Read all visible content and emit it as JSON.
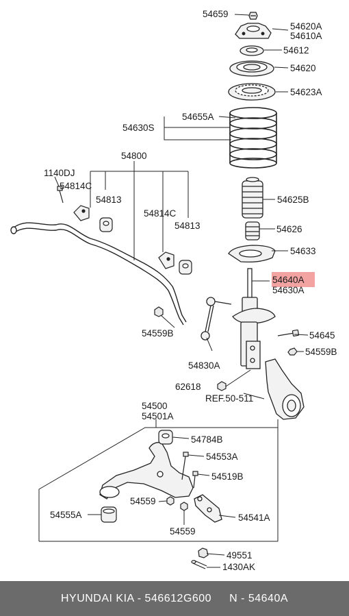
{
  "labels": {
    "p54659": "54659",
    "p54620A": "54620A",
    "p54610A": "54610A",
    "p54612": "54612",
    "p54620": "54620",
    "p54623A": "54623A",
    "p54655A": "54655A",
    "p54630S": "54630S",
    "p54800": "54800",
    "p1140DJ": "1140DJ",
    "p54814C_a": "54814C",
    "p54813_a": "54813",
    "p54814C_b": "54814C",
    "p54813_b": "54813",
    "p54625B": "54625B",
    "p54626": "54626",
    "p54633": "54633",
    "p54640A": "54640A",
    "p54630A": "54630A",
    "p54559B_a": "54559B",
    "p54830A": "54830A",
    "p54645": "54645",
    "p54559B_b": "54559B",
    "p62618": "62618",
    "ref50511": "REF.50-511",
    "p54500": "54500",
    "p54501A": "54501A",
    "p54784B": "54784B",
    "p54553A": "54553A",
    "p54519B": "54519B",
    "p54559_a": "54559",
    "p54555A": "54555A",
    "p54559_b": "54559",
    "p54541A": "54541A",
    "p49551": "49551",
    "p1430AK": "1430AK"
  },
  "highlight": {
    "part": "54640A",
    "color": "#f4a3a3"
  },
  "footer": {
    "brand": "HYUNDAI  KIA - 546612G600",
    "number": "N - 54640A"
  }
}
